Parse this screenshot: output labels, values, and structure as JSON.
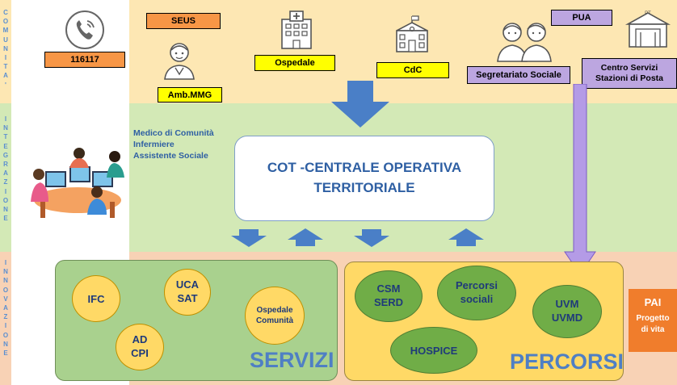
{
  "strips": {
    "top": [
      "C",
      "O",
      "M",
      "U",
      "N",
      "I",
      "T",
      "A",
      "'"
    ],
    "mid": [
      "I",
      "N",
      "T",
      "E",
      "G",
      "R",
      "A",
      "Z",
      "I",
      "O",
      "N",
      "E"
    ],
    "bot": [
      "I",
      "N",
      "N",
      "O",
      "V",
      "A",
      "Z",
      "I",
      "O",
      "N",
      "E"
    ]
  },
  "community": {
    "phone_number": "116117",
    "seus": "SEUS",
    "amb_mmg": "Amb.MMG",
    "ospedale": "Ospedale",
    "cdc": "CdC",
    "segretariato": "Segretariato Sociale",
    "pua": "PUA",
    "centro_servizi_line1": "Centro Servizi",
    "centro_servizi_line2": "Stazioni di Posta",
    "posta_sign": "PT"
  },
  "integration": {
    "staff": [
      "Medico di Comunità",
      "Infermiere",
      "Assistente Sociale"
    ],
    "cot_line1": "COT -CENTRALE OPERATIVA",
    "cot_line2": "TERRITORIALE"
  },
  "servizi": {
    "title": "SERVIZI",
    "items": {
      "ifc": "IFC",
      "uca1": "UCA",
      "uca2": "SAT",
      "ad1": "AD",
      "ad2": "CPI",
      "osp1": "Ospedale",
      "osp2": "Comunità"
    }
  },
  "percorsi": {
    "title": "PERCORSI",
    "items": {
      "csm1": "CSM",
      "csm2": "SERD",
      "perc1": "Percorsi",
      "perc2": "sociali",
      "uvm1": "UVM",
      "uvm2": "UVMD",
      "hospice": "HOSPICE"
    }
  },
  "pai": {
    "title": "PAI",
    "line1": "Progetto",
    "line2": "di vita"
  },
  "colors": {
    "community_band": "#fde7b3",
    "integration_band": "#d3e9b6",
    "innovation_band": "#f8d2b5",
    "arrow_blue": "#4a7fc7",
    "arrow_purple": "#b49be6"
  }
}
